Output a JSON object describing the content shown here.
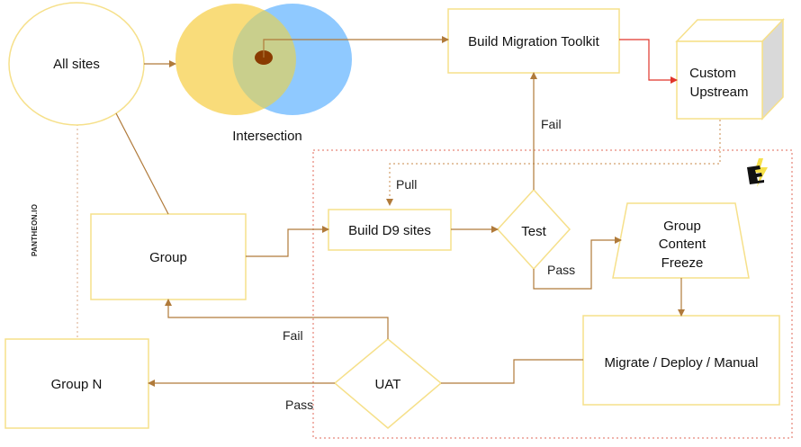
{
  "brand": {
    "vertical_label": "PANTHEON.IO",
    "logo_icon": "pantheon-logo-icon"
  },
  "colors": {
    "box_border": "#f6e08a",
    "arrow": "#b07a3a",
    "red_arrow": "#e0352b",
    "venn_left": "#f9dc7a",
    "venn_right": "#8fc9ff",
    "venn_overlap": "#c9cf8c",
    "dot": "#8a3b00",
    "dotted_region": "#e06a5a"
  },
  "nodes": {
    "all_sites": "All sites",
    "intersection": "Intersection",
    "build_toolkit": "Build Migration Toolkit",
    "custom_upstream_line1": "Custom",
    "custom_upstream_line2": "Upstream",
    "group": "Group",
    "build_d9": "Build D9 sites",
    "test": "Test",
    "freeze_line1": "Group",
    "freeze_line2": "Content",
    "freeze_line3": "Freeze",
    "migrate": "Migrate / Deploy / Manual",
    "uat": "UAT",
    "group_n": "Group N"
  },
  "edges": {
    "pull": "Pull",
    "fail_test": "Fail",
    "pass_test": "Pass",
    "fail_uat": "Fail",
    "pass_uat": "Pass"
  }
}
